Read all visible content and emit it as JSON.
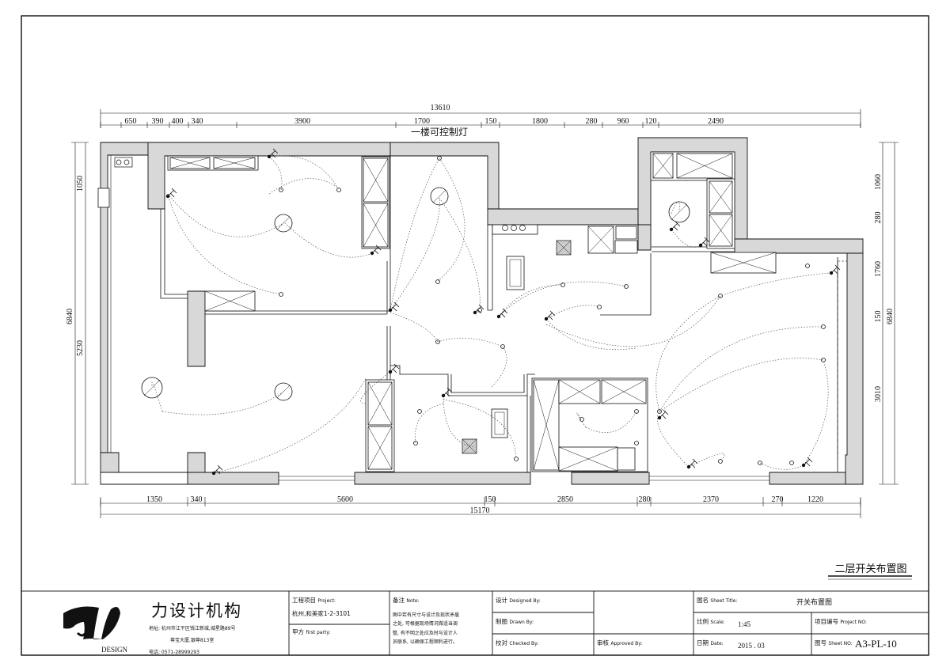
{
  "drawing": {
    "top_label": "一楼可控制灯",
    "sheet_caption": "二层开关布置图",
    "top_total": "13610",
    "top_dims": [
      "650",
      "390",
      "400",
      "340",
      "3900",
      "1700",
      "150",
      "1800",
      "280",
      "960",
      "120",
      "2490"
    ],
    "bottom_dims": [
      "1350",
      "340",
      "5600",
      "150",
      "2850",
      "280",
      "2370",
      "270",
      "1220"
    ],
    "bottom_total": "15170",
    "left_dims": [
      "1050",
      "5230"
    ],
    "left_total": "6840",
    "right_dims": [
      "1060",
      "280",
      "1760",
      "150",
      "3010"
    ],
    "right_total": "6840"
  },
  "title_block": {
    "logo_caption": "DESIGN",
    "company_name": "力设计机构",
    "address_line1": "地址: 杭州市江干区钱江新城,城星路89号",
    "address_line2": "尊宝大厦,银尊813室",
    "phone": "电话: 0571-28999293",
    "project_label": "工程项目",
    "project_label_en": "Project:",
    "project_value": "杭州,和美家1-2-3101",
    "first_party_label": "甲方",
    "first_party_label_en": "first party:",
    "note_label": "备注",
    "note_label_en": "Note:",
    "note_text": [
      "图中若有尺寸与设计及现状矛盾",
      "之处, 可根据现场情况做适当调",
      "整, 有不明之处应及时与设计人",
      "员联系, 以确保工程顺利进行。"
    ],
    "designed_label": "设计",
    "designed_label_en": "Designed By:",
    "drawn_label": "制图",
    "drawn_label_en": "Drawn By:",
    "checked_label": "校对",
    "checked_label_en": "Checked By:",
    "approved_label": "审核",
    "approved_label_en": "Approved By:",
    "sheet_title_label": "图名",
    "sheet_title_label_en": "Sheet Title:",
    "sheet_title_value": "开关布置图",
    "scale_label": "比例",
    "scale_label_en": "Scale:",
    "scale_value": "1:45",
    "project_no_label": "项目编号",
    "project_no_label_en": "Project NO:",
    "date_label": "日期",
    "date_label_en": "Date:",
    "date_value": "2015 . 03",
    "sheet_no_label": "图号",
    "sheet_no_label_en": "Sheet NO:",
    "sheet_no_value": "A3-PL-10"
  }
}
